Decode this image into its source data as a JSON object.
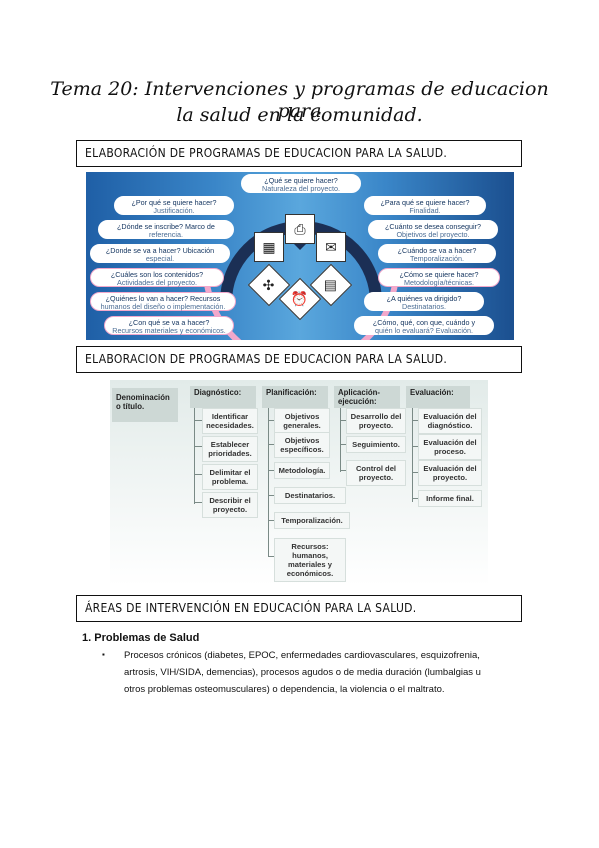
{
  "title": {
    "line1": "Tema 20: Intervenciones y programas de educacion para",
    "line2": "la salud en la comunidad."
  },
  "sections": {
    "s1": "ELABORACIÓN DE PROGRAMAS DE EDUCACION PARA LA SALUD.",
    "s2": "ELABORACION DE PROGRAMAS DE EDUCACION PARA LA SALUD.",
    "s3": "ÁREAS DE INTERVENCIÓN EN EDUCACIÓN PARA LA SALUD."
  },
  "infographic": {
    "top": {
      "q": "¿Qué se quiere hacer?",
      "a": "Naturaleza del proyecto."
    },
    "left": [
      {
        "q": "¿Por qué se quiere hacer?",
        "a": "Justificación."
      },
      {
        "q": "¿Dónde se inscribe? Marco de",
        "a": "referencia."
      },
      {
        "q": "¿Donde se va a hacer? Ubicación",
        "a": "especial."
      },
      {
        "q": "¿Cuáles son los contenidos?",
        "a": "Actividades del proyecto."
      },
      {
        "q": "¿Quiénes lo van a hacer? Recursos",
        "a": "humanos del diseño o implementación."
      },
      {
        "q": "¿Con qué se va a hacer?",
        "a": "Recursos materiales y económicos."
      }
    ],
    "right": [
      {
        "q": "¿Para qué se quiere hacer?",
        "a": "Finalidad."
      },
      {
        "q": "¿Cuánto se desea conseguir?",
        "a": "Objetivos del proyecto."
      },
      {
        "q": "¿Cuándo se va a hacer?",
        "a": "Temporalización."
      },
      {
        "q": "¿Cómo se quiere hacer?",
        "a": "Metodología/técnicas."
      },
      {
        "q": "¿A quiénes va dirigido?",
        "a": "Destinatarios."
      },
      {
        "q": "¿Cómo, qué, con que, cuándo y",
        "a": "quién lo evaluará? Evaluación."
      }
    ],
    "icons": [
      "calculator-icon",
      "printer-icon",
      "chat-icon",
      "satellite-icon",
      "alarm-clock-icon",
      "calendar-icon"
    ]
  },
  "diagram": {
    "root": "Denominación o título.",
    "diagnostico": {
      "head": "Diagnóstico:",
      "items": [
        "Identificar necesidades.",
        "Establecer prioridades.",
        "Delimitar el problema.",
        "Describir el proyecto."
      ]
    },
    "planificacion": {
      "head": "Planificación:",
      "items": [
        "Objetivos generales.",
        "Objetivos específicos.",
        "Metodología.",
        "Destinatarios.",
        "Temporalización.",
        "Recursos: humanos, materiales y económicos."
      ]
    },
    "aplicacion": {
      "head": "Aplicación-ejecución:",
      "items": [
        "Desarrollo del proyecto.",
        "Seguimiento.",
        "Control del proyecto."
      ]
    },
    "evaluacion": {
      "head": "Evaluación:",
      "items": [
        "Evaluación del diagnóstico.",
        "Evaluación del proceso.",
        "Evaluación del proyecto.",
        "Informe final."
      ]
    }
  },
  "content": {
    "heading": "1. Problemas de Salud",
    "bullet": "▪",
    "paragraph": "Procesos crónicos (diabetes, EPOC, enfermedades cardiovasculares, esquizofrenia, artrosis, VIH/SIDA, demencias), procesos agudos o de media duración (lumbalgias u otros problemas osteomusculares) o dependencia, la violencia o el maltrato."
  }
}
